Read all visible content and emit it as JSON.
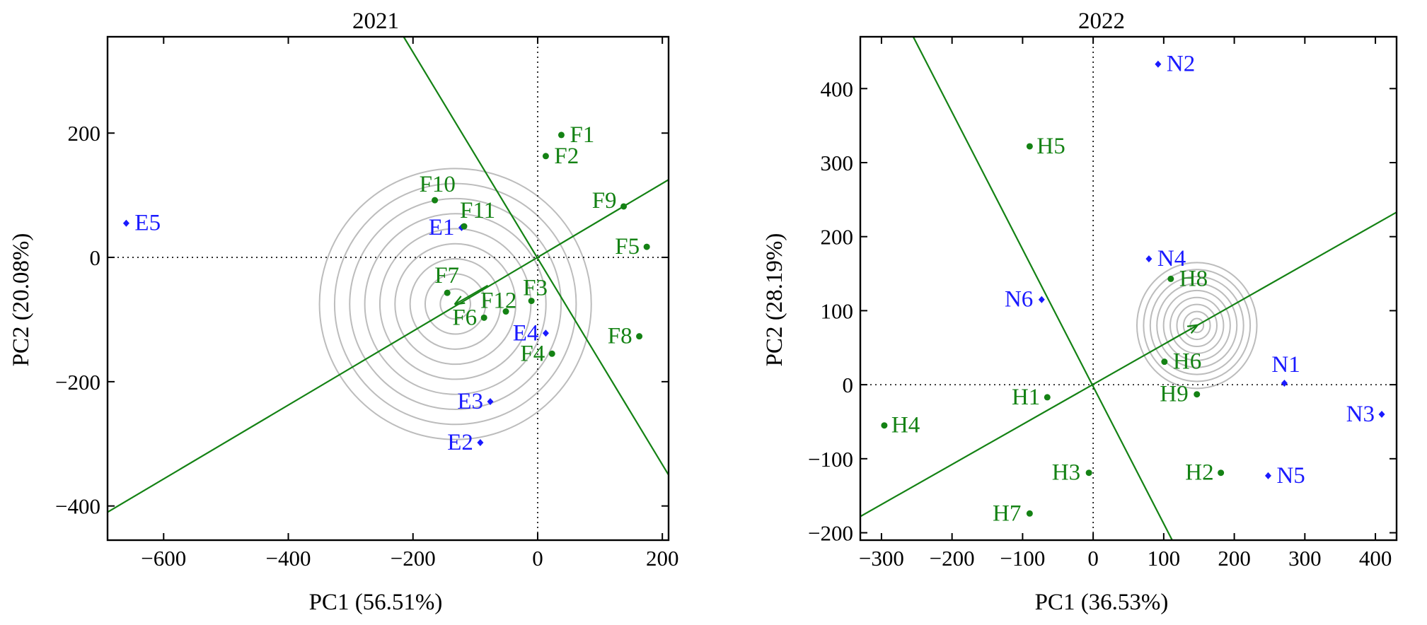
{
  "colors": {
    "genotype": "#1a1aff",
    "environment": "#148214",
    "line": "#148214",
    "ring": "#bcbcbc",
    "axis": "#000000"
  },
  "chart_data": [
    {
      "type": "scatter",
      "title": "2021",
      "xlabel": "PC1 (56.51%)",
      "ylabel": "PC2 (20.08%)",
      "xlim": [
        -690,
        210
      ],
      "ylim": [
        -455,
        355
      ],
      "xticks": [
        -600,
        -400,
        -200,
        0,
        200
      ],
      "yticks": [
        -400,
        -200,
        0,
        200
      ],
      "grid": false,
      "reference_lines": [
        0,
        0
      ],
      "series": [
        {
          "kind": "genotype",
          "points": [
            {
              "label": "E1",
              "x": -122,
              "y": 48
            },
            {
              "label": "E2",
              "x": -92,
              "y": -298
            },
            {
              "label": "E3",
              "x": -76,
              "y": -232
            },
            {
              "label": "E4",
              "x": 13,
              "y": -122
            },
            {
              "label": "E5",
              "x": -660,
              "y": 55
            }
          ]
        },
        {
          "kind": "environment",
          "points": [
            {
              "label": "F1",
              "x": 38,
              "y": 197
            },
            {
              "label": "F2",
              "x": 13,
              "y": 163
            },
            {
              "label": "F3",
              "x": -10,
              "y": -70
            },
            {
              "label": "F4",
              "x": 23,
              "y": -155
            },
            {
              "label": "F5",
              "x": 175,
              "y": 17
            },
            {
              "label": "F6",
              "x": -86,
              "y": -97
            },
            {
              "label": "F7",
              "x": -145,
              "y": -57
            },
            {
              "label": "F8",
              "x": 163,
              "y": -127
            },
            {
              "label": "F9",
              "x": 138,
              "y": 82
            },
            {
              "label": "F10",
              "x": -165,
              "y": 92
            },
            {
              "label": "F11",
              "x": -118,
              "y": 50
            },
            {
              "label": "F12",
              "x": -51,
              "y": -87
            }
          ]
        }
      ],
      "lines": [
        {
          "from": [
            -690,
            -410
          ],
          "to": [
            210,
            125
          ]
        },
        {
          "from": [
            -215,
            355
          ],
          "to": [
            210,
            -350
          ]
        }
      ],
      "rings": {
        "center": [
          -132,
          -75
        ],
        "count": 9,
        "max_radius": 218
      },
      "arrow": {
        "from": [
          -80,
          -45
        ],
        "to": [
          -132,
          -75
        ]
      }
    },
    {
      "type": "scatter",
      "title": "2022",
      "xlabel": "PC1 (36.53%)",
      "ylabel": "PC2 (28.19%)",
      "xlim": [
        -330,
        430
      ],
      "ylim": [
        -210,
        470
      ],
      "xticks": [
        -300,
        -200,
        -100,
        0,
        100,
        200,
        300,
        400
      ],
      "yticks": [
        -200,
        -100,
        0,
        100,
        200,
        300,
        400
      ],
      "grid": false,
      "reference_lines": [
        0,
        0
      ],
      "series": [
        {
          "kind": "genotype",
          "points": [
            {
              "label": "N1",
              "x": 271,
              "y": 2
            },
            {
              "label": "N2",
              "x": 92,
              "y": 433
            },
            {
              "label": "N3",
              "x": 409,
              "y": -40
            },
            {
              "label": "N4",
              "x": 79,
              "y": 170
            },
            {
              "label": "N5",
              "x": 248,
              "y": -123
            },
            {
              "label": "N6",
              "x": -73,
              "y": 115
            }
          ]
        },
        {
          "kind": "environment",
          "points": [
            {
              "label": "H1",
              "x": -65,
              "y": -17
            },
            {
              "label": "H2",
              "x": 181,
              "y": -119
            },
            {
              "label": "H3",
              "x": -6,
              "y": -119
            },
            {
              "label": "H4",
              "x": -296,
              "y": -55
            },
            {
              "label": "H5",
              "x": -90,
              "y": 322
            },
            {
              "label": "H6",
              "x": 101,
              "y": 31
            },
            {
              "label": "H7",
              "x": -90,
              "y": -174
            },
            {
              "label": "H8",
              "x": 110,
              "y": 143
            },
            {
              "label": "H9",
              "x": 147,
              "y": -13
            }
          ]
        }
      ],
      "lines": [
        {
          "from": [
            -330,
            -178
          ],
          "to": [
            430,
            233
          ]
        },
        {
          "from": [
            -255,
            470
          ],
          "to": [
            112,
            -210
          ]
        }
      ],
      "rings": {
        "center": [
          147,
          80
        ],
        "count": 9,
        "max_radius": 85
      },
      "arrow": {
        "from": [
          105,
          57
        ],
        "to": [
          147,
          80
        ]
      }
    }
  ]
}
